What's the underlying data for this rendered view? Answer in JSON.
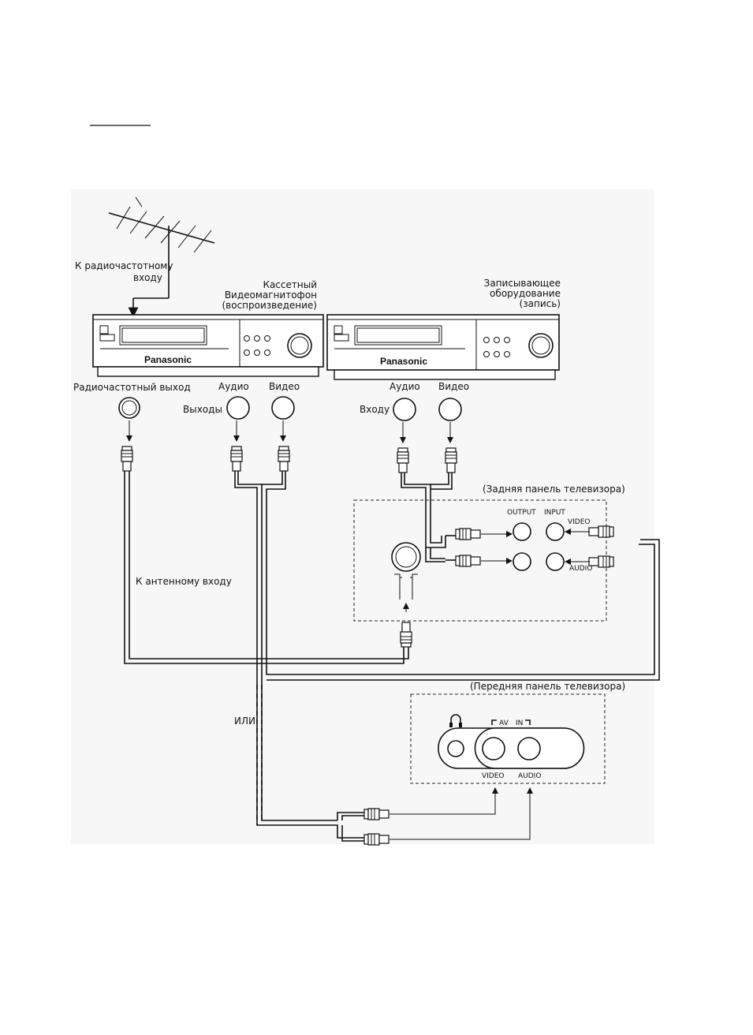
{
  "labels": {
    "rf_input": [
      "К радиочастотному",
      "входу"
    ],
    "vcr_play": [
      "Кассетный",
      "Видеомагнитофон",
      "(воспроизведение)"
    ],
    "recorder": [
      "Записывающее",
      "оборудование",
      "(запись)"
    ],
    "brand": "Panasonic",
    "rf_output": "Радиочастотный выход",
    "audio": "Аудио",
    "video": "Видео",
    "outputs": "Выходы",
    "inputs": "Входу",
    "tv_rear": "(Задняя панель телевизора)",
    "output": "OUTPUT",
    "input": "INPUT",
    "video_en": "VIDEO",
    "audio_en": "AUDIO",
    "antenna_input": "К антенному входу",
    "tv_front": "(Передняя панель телевизора)",
    "or": "ИЛИ",
    "av": "AV",
    "in": "IN",
    "front_video": "VIDEO",
    "front_audio": "AUDIO"
  }
}
